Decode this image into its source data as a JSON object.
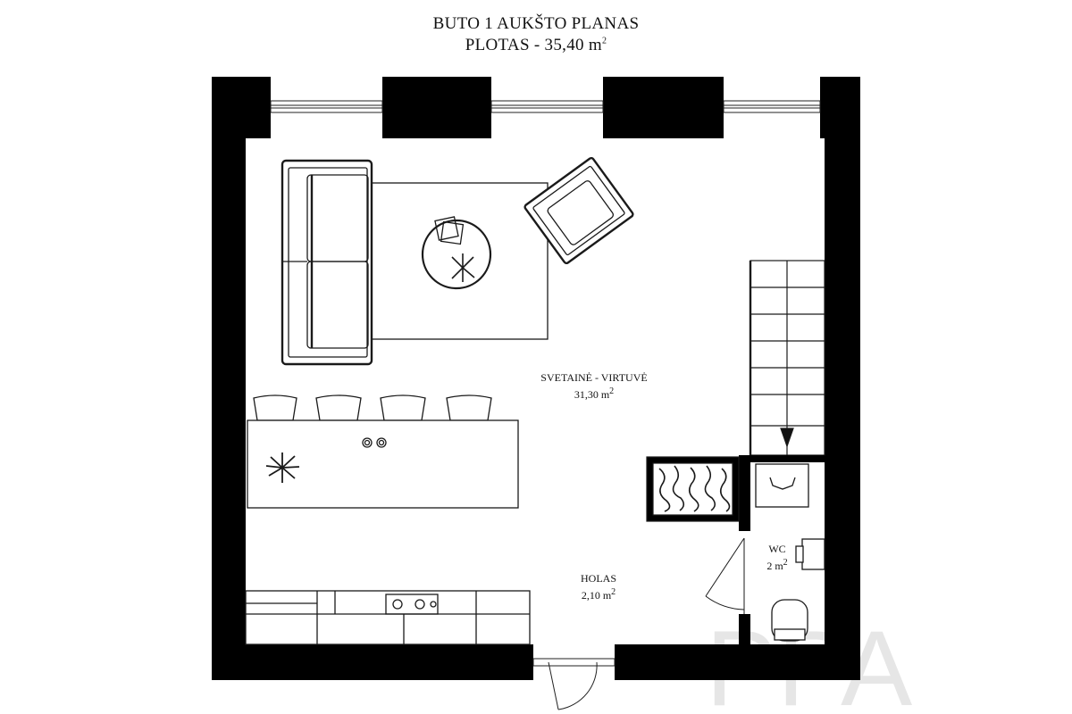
{
  "header": {
    "title": "BUTO 1 AUKŠTO PLANAS",
    "area_prefix": "PLOTAS - 35,40 m",
    "area_sup": "2"
  },
  "rooms": {
    "living": {
      "name": "SVETAINĖ - VIRTUVĖ",
      "area": "31,30 m",
      "sup": "2"
    },
    "hall": {
      "name": "HOLAS",
      "area": "2,10 m",
      "sup": "2"
    },
    "wc": {
      "name": "WC",
      "area": "2 m",
      "sup": "2"
    }
  },
  "watermark": {
    "text": "PPA"
  },
  "colors": {
    "wall": "#000000",
    "line": "#1a1a1a",
    "background": "#ffffff",
    "watermark": "#e6e6e6"
  }
}
